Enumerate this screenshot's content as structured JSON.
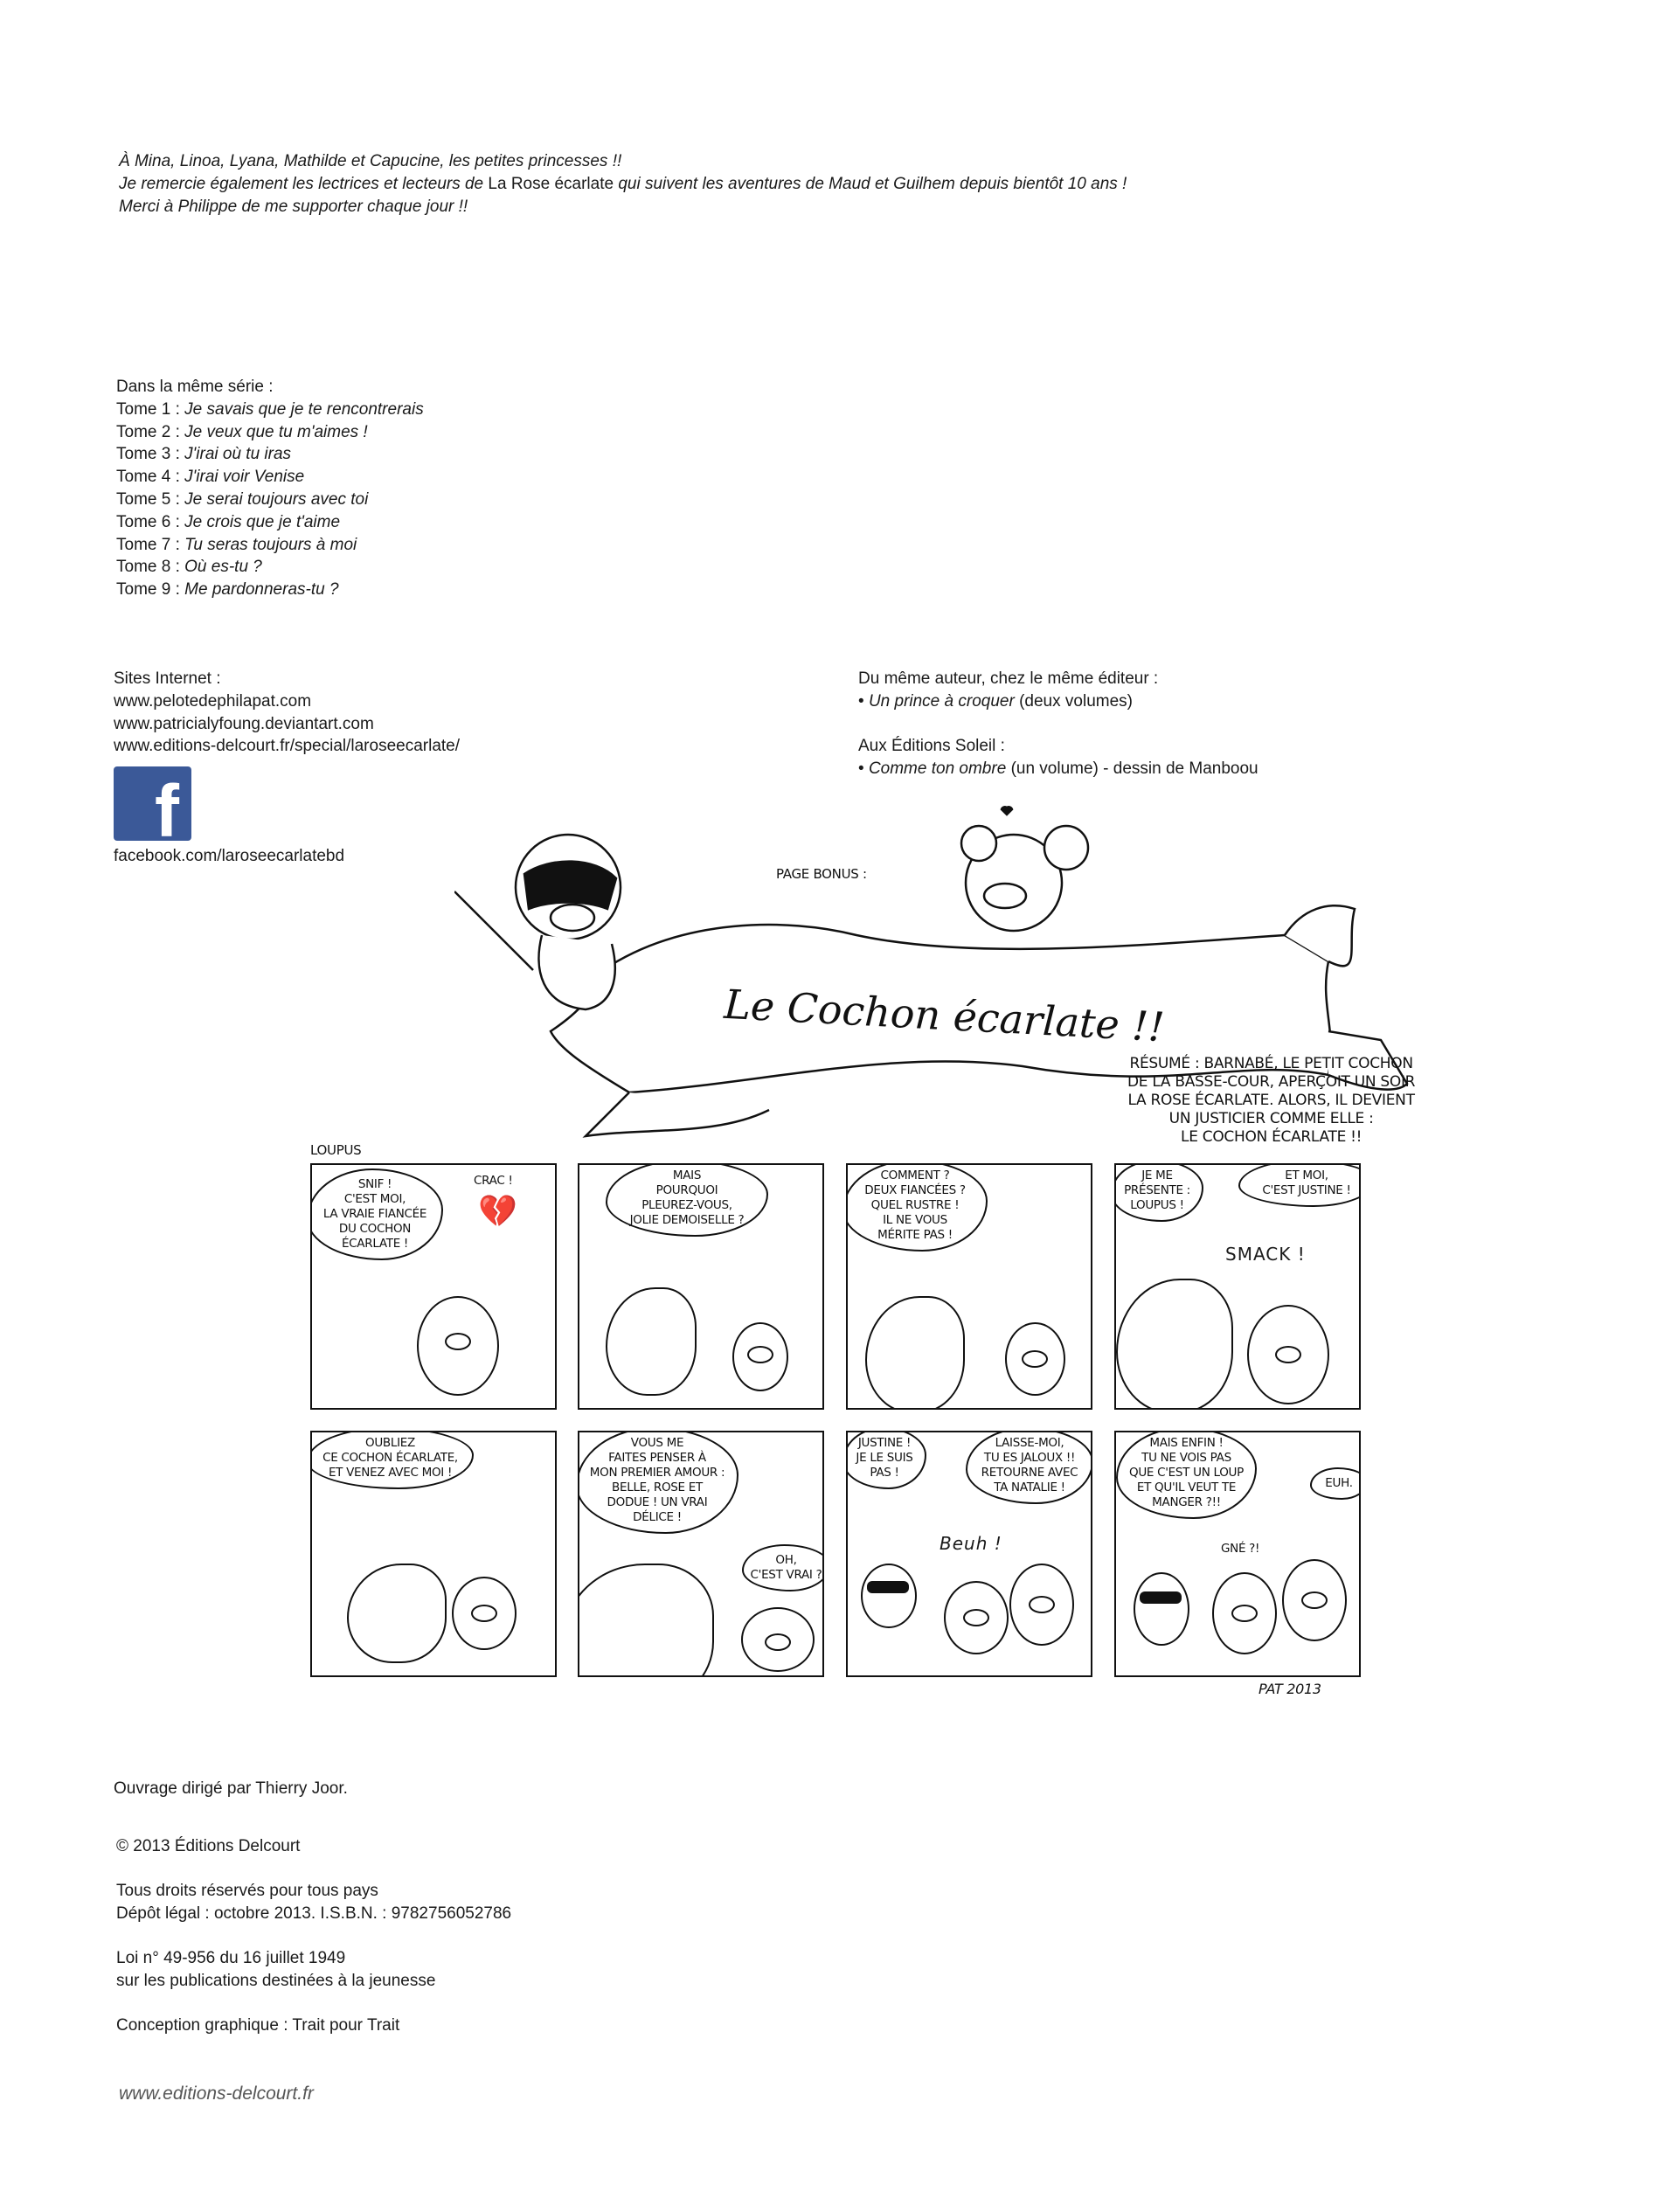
{
  "dedication": [
    "À Mina, Linoa, Lyana, Mathilde et Capucine, les petites princesses !!",
    "Je remercie également les lectrices et lecteurs de",
    "La Rose écarlate",
    "qui suivent les aventures de Maud et Guilhem depuis bientôt 10 ans !",
    "Merci à Philippe de me supporter chaque jour !!"
  ],
  "series": {
    "heading": "Dans la même série :",
    "tomes": [
      {
        "label": "Tome 1 :",
        "title": "Je savais que je te rencontrerais"
      },
      {
        "label": "Tome 2 :",
        "title": "Je veux que tu m'aimes !"
      },
      {
        "label": "Tome 3 :",
        "title": "J'irai où tu iras"
      },
      {
        "label": "Tome 4 :",
        "title": "J'irai voir Venise"
      },
      {
        "label": "Tome 5 :",
        "title": "Je serai toujours avec toi"
      },
      {
        "label": "Tome 6 :",
        "title": "Je crois que je t'aime"
      },
      {
        "label": "Tome 7 :",
        "title": "Tu seras toujours à moi"
      },
      {
        "label": "Tome 8 :",
        "title": "Où es-tu ?"
      },
      {
        "label": "Tome 9 :",
        "title": "Me pardonneras-tu ?"
      }
    ]
  },
  "sites": {
    "heading": "Sites Internet :",
    "links": [
      "www.pelotedephilapat.com",
      "www.patricialyfoung.deviantart.com",
      "www.editions-delcourt.fr/special/laroseecarlate/"
    ],
    "facebook_logo": "f",
    "facebook": "facebook.com/laroseecarlatebd"
  },
  "author": {
    "heading": "Du même auteur, chez le même éditeur :",
    "book1_title": "Un prince à croquer",
    "book1_note": "(deux volumes)",
    "soleil_heading": "Aux Éditions Soleil :",
    "book2_title": "Comme ton ombre",
    "book2_note": "(un volume) - dessin de Manboou",
    "bullet": "•"
  },
  "bonus": {
    "label": "PAGE BONUS :",
    "banner": "Le Cochon écarlate !!",
    "summary": "RÉSUMÉ : BARNABÉ, LE PETIT COCHON\nDE LA BASSE-COUR, APERÇOIT UN SOIR\nLA ROSE ÉCARLATE. ALORS, IL DEVIENT\nUN JUSTICIER COMME ELLE :\nLE COCHON ÉCARLATE !!",
    "strip_label": "LOUPUS",
    "panels": [
      {
        "b1": "SNIF !\nC'EST MOI,\nLA VRAIE FIANCÉE\nDU COCHON\nÉCARLATE !",
        "b2": "CRAC !"
      },
      {
        "b1": "MAIS\nPOURQUOI\nPLEUREZ-VOUS,\nJOLIE DEMOISELLE ?"
      },
      {
        "b1": "COMMENT ?\nDEUX FIANCÉES ?\nQUEL RUSTRE !\nIL NE VOUS\nMÉRITE PAS !"
      },
      {
        "b1": "JE ME\nPRÉSENTE :\nLOUPUS !",
        "b2": "ET MOI,\nC'EST JUSTINE !",
        "sfx": "SMACK !"
      },
      {
        "b1": "OUBLIEZ\nCE COCHON ÉCARLATE,\nET VENEZ AVEC MOI !"
      },
      {
        "b1": "VOUS ME\nFAITES PENSER À\nMON PREMIER AMOUR :\nBELLE, ROSE ET\nDODUE ! UN VRAI\nDÉLICE !",
        "b2": "OH,\nC'EST VRAI ?"
      },
      {
        "b1": "JUSTINE !\nJE LE SUIS\nPAS !",
        "b2": "LAISSE-MOI,\nTU ES JALOUX !!\nRETOURNE AVEC\nTA NATALIE !",
        "sfx": "Beuh !"
      },
      {
        "b1": "MAIS ENFIN !\nTU NE VOIS PAS\nQUE C'EST UN LOUP\nET QU'IL VEUT TE\nMANGER ?!!",
        "b2": "EUH.",
        "sfx": "GNÉ ?!"
      }
    ],
    "signature": "PAT 2013"
  },
  "credits": {
    "direction": "Ouvrage dirigé par Thierry Joor.",
    "copyright": "© 2013 Éditions Delcourt",
    "rights": "Tous droits réservés pour tous pays",
    "legal": "Dépôt légal : octobre 2013. I.S.B.N. : 9782756052786",
    "law1": "Loi n° 49-956 du 16 juillet 1949",
    "law2": "sur les publications destinées à la jeunesse",
    "design": "Conception graphique : Trait pour Trait",
    "website": "www.editions-delcourt.fr"
  }
}
